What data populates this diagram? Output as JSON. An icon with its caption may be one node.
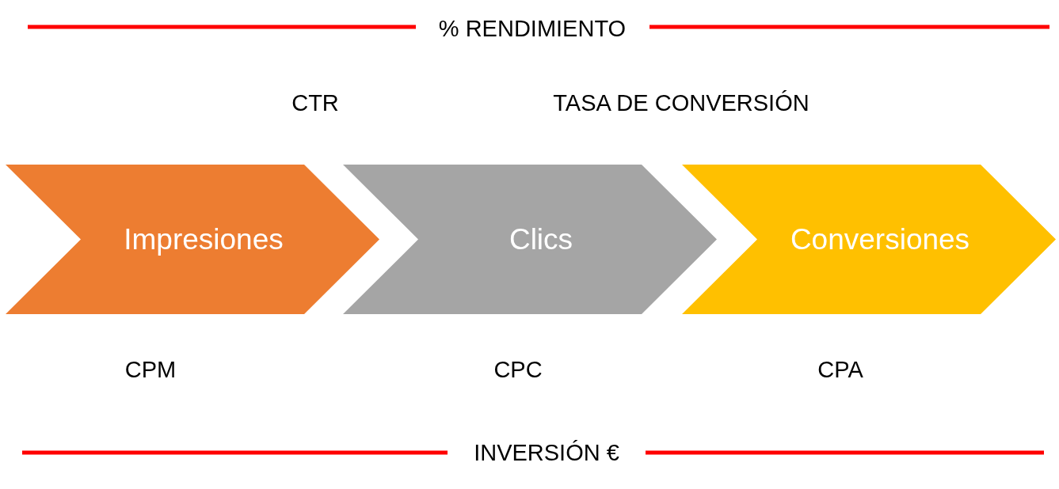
{
  "diagram": {
    "nodes": [
      {
        "text": [
          "Impresiones"
        ]
      },
      {
        "text": [
          "Clics"
        ]
      },
      {
        "text": [
          "Conversiones"
        ]
      }
    ],
    "labels": [
      "% RENDIMIENTO",
      "CTR",
      "TASA DE CONVERSIÓN",
      "CPM",
      "CPC",
      "CPA",
      "INVERSIÓN €"
    ]
  }
}
